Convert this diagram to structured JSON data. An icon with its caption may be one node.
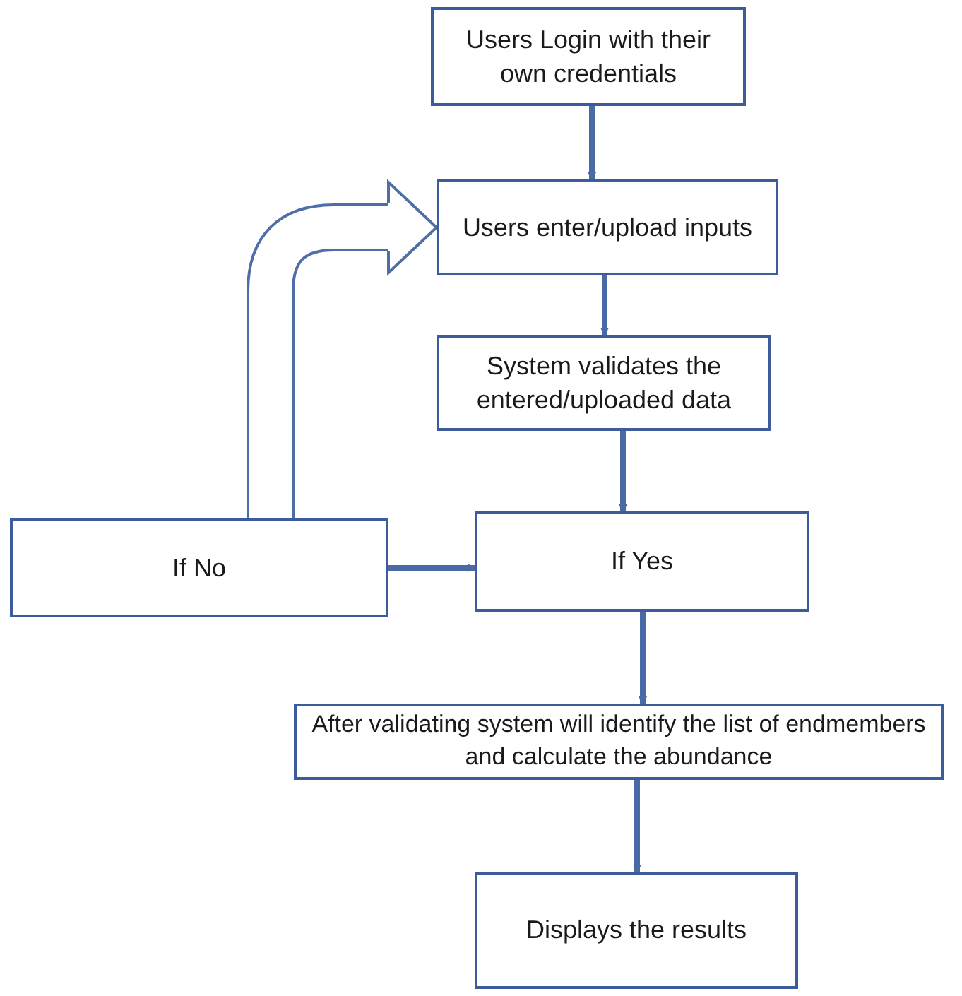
{
  "diagram": {
    "nodes": [
      {
        "text": [
          "Users Login with their own credentials"
        ]
      },
      {
        "text": [
          "Users enter/upload inputs"
        ]
      },
      {
        "text": [
          "System validates the entered/uploaded data"
        ]
      },
      {
        "text": [
          "If Yes"
        ]
      },
      {
        "text": [
          "If No"
        ]
      },
      {
        "text": [
          "After validating system will identify the list of endmembers and calculate the abundance"
        ]
      },
      {
        "text": [
          "Displays the results"
        ]
      }
    ],
    "edges": [
      {
        "from": 0,
        "to": 1,
        "arrow": "to"
      },
      {
        "from": 1,
        "to": 2,
        "arrow": "to"
      },
      {
        "from": 2,
        "to": 3,
        "arrow": "to"
      },
      {
        "from": 4,
        "to": 3,
        "arrow": "to"
      },
      {
        "from": 3,
        "to": 5,
        "arrow": "to"
      },
      {
        "from": 5,
        "to": 6,
        "arrow": "to"
      },
      {
        "from": 4,
        "to": 1,
        "arrow": "to",
        "style": "thick"
      }
    ]
  }
}
